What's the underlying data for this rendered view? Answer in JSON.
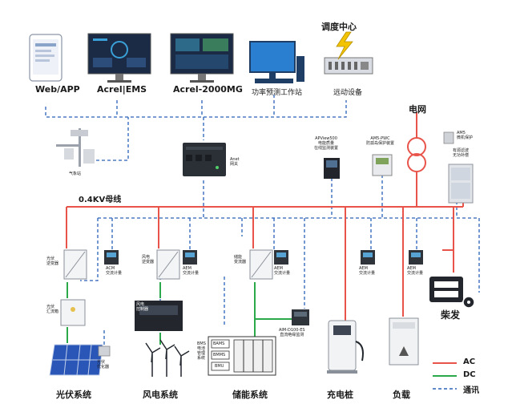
{
  "top_devices": {
    "web_app": "Web/APP",
    "acrel_ems": "Acrel|EMS",
    "acrel_2000mg": "Acrel-2000MG",
    "forecast_station": "功率预测工作站",
    "remote_device": "远动设备",
    "dispatch_center": "调度中心"
  },
  "middle": {
    "weather_station": "气象站",
    "gateway": "Anet\n网关",
    "grid": "电网",
    "power_quality": "APView500\n电能质量\n在线监测装置",
    "anti_islanding": "AM5-PWC\n防孤岛保护装置",
    "microgrid_protection": "AM5\n微机保护",
    "harmonic_device": "有源滤波\n无功补偿",
    "bus_label": "0.4KV母线"
  },
  "branches": {
    "pv_inverter": "光伏\n逆变器",
    "pv_combiner": "光伏\n汇流箱",
    "pv_optimizer": "光伏\n优化器",
    "wind_inverter": "风电\n逆变器",
    "wind_controller": "风电\n控制器",
    "storage_converter": "储能\n变流器",
    "bms_label": "BMS\n电池\n管理\n系统",
    "bams": "BAMS",
    "bmms": "BMMS",
    "bmu": "BMU",
    "dc_monitor": "AIM-D100-ES\n直流绝缘监测",
    "aem_meter": "AEM\n交流计量",
    "acm_meter": "ACM\n交流计量"
  },
  "systems": {
    "pv": "光伏系统",
    "wind": "风电系统",
    "storage": "储能系统",
    "charging": "充电桩",
    "load": "负载",
    "diesel": "柴发"
  },
  "legend": {
    "ac": "AC",
    "dc": "DC",
    "comm": "通讯"
  },
  "colors": {
    "ac": "#e8534a",
    "dc": "#2aa84a",
    "comm": "#2a62b8",
    "screen": "#1b2a45"
  }
}
